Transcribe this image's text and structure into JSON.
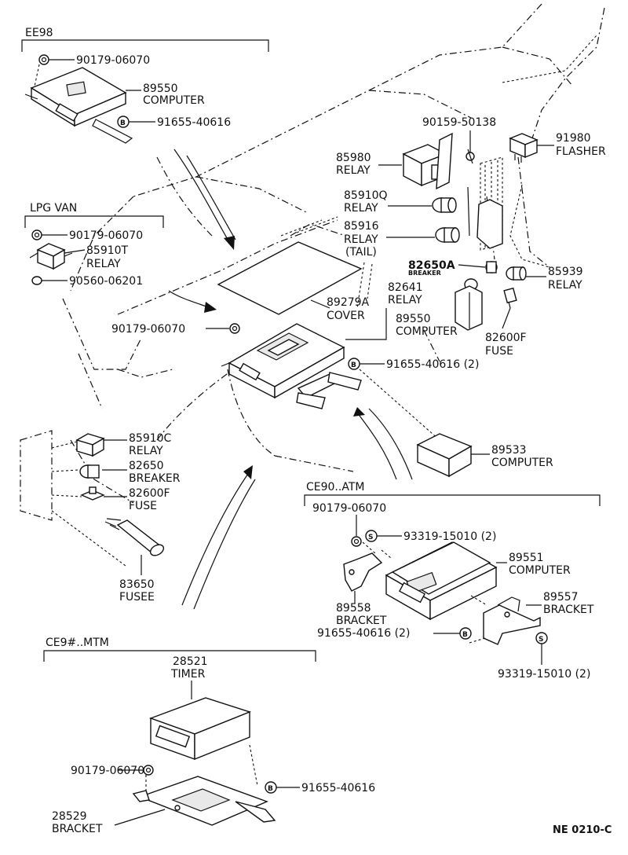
{
  "doc_id": "NE 0210-C",
  "groups": {
    "ee98": "EE98",
    "lpg_van": "LPG VAN",
    "ce90_atm": "CE90..ATM",
    "ce9x_mtm": "CE9#..MTM"
  },
  "labels": {
    "ee98_nut": "90179-06070",
    "ee98_computer_no": "89550",
    "ee98_computer_name": "COMPUTER",
    "ee98_bolt": "91655-40616",
    "relay_85980_no": "85980",
    "relay_85980_name": "RELAY",
    "screw_90159": "90159-50138",
    "flasher_no": "91980",
    "flasher_name": "FLASHER",
    "relay_85910q_no": "85910Q",
    "relay_85910q_name": "RELAY",
    "relay_85916_no": "85916",
    "relay_85916_name": "RELAY",
    "relay_85916_note": "(TAIL)",
    "lpg_nut": "90179-06070",
    "lpg_relay_no": "85910T",
    "lpg_relay_name": "RELAY",
    "lpg_clip": "90560-06201",
    "breaker_82650a_no": "82650A",
    "breaker_82650a_name": "BREAKER",
    "relay_85939_no": "85939",
    "relay_85939_name": "RELAY",
    "relay_82641_no": "82641",
    "relay_82641_name": "RELAY",
    "cover_no": "89279A",
    "cover_name": "COVER",
    "main_nut": "90179-06070",
    "main_computer_no": "89550",
    "main_computer_name": "COMPUTER",
    "fuse_82600f_no": "82600F",
    "fuse_82600f_name": "FUSE",
    "main_bolt": "91655-40616 (2)",
    "relay_85910c_no": "85910C",
    "relay_85910c_name": "RELAY",
    "breaker_82650_no": "82650",
    "breaker_82650_name": "BREAKER",
    "fuse_82600f_low_no": "82600F",
    "fuse_82600f_low_name": "FUSE",
    "computer_89533_no": "89533",
    "computer_89533_name": "COMPUTER",
    "fusee_no": "83650",
    "fusee_name": "FUSEE",
    "atm_nut": "90179-06070",
    "atm_screw_top": "93319-15010 (2)",
    "atm_computer_no": "89551",
    "atm_computer_name": "COMPUTER",
    "atm_bracket_r_no": "89557",
    "atm_bracket_r_name": "BRACKET",
    "atm_bracket_l_no": "89558",
    "atm_bracket_l_name": "BRACKET",
    "atm_bolt": "91655-40616 (2)",
    "atm_screw_bottom": "93319-15010 (2)",
    "timer_no": "28521",
    "timer_name": "TIMER",
    "mtm_nut": "90179-06070",
    "mtm_bolt": "91655-40616",
    "mtm_bracket_no": "28529",
    "mtm_bracket_name": "BRACKET"
  },
  "symbols": {
    "bolt": "B",
    "screw": "S"
  }
}
